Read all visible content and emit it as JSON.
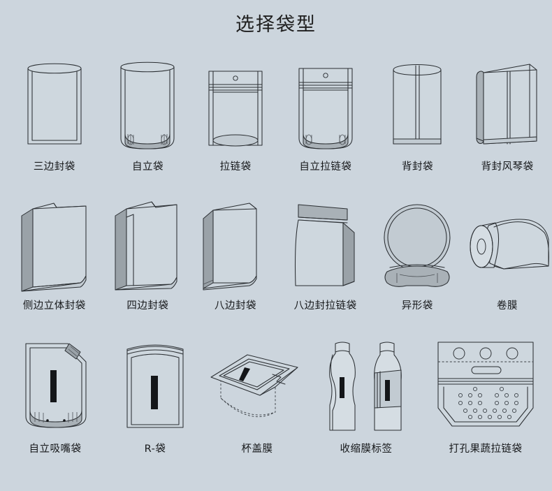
{
  "page": {
    "title": "选择袋型",
    "background_color": "#ccd5dd",
    "text_color": "#16181a",
    "line_color": "#2b2f33"
  },
  "rows": [
    {
      "index": 1,
      "items": [
        {
          "id": "three-side-seal-bag",
          "label": "三边封袋",
          "icon": "bag-three-side-seal"
        },
        {
          "id": "stand-up-pouch",
          "label": "自立袋",
          "icon": "bag-stand-up"
        },
        {
          "id": "zipper-bag",
          "label": "拉链袋",
          "icon": "bag-zipper"
        },
        {
          "id": "stand-up-zipper-pouch",
          "label": "自立拉链袋",
          "icon": "bag-stand-up-zipper"
        },
        {
          "id": "back-seal-bag",
          "label": "背封袋",
          "icon": "bag-back-seal"
        },
        {
          "id": "back-seal-gusset-bag",
          "label": "背封风琴袋",
          "icon": "bag-back-seal-gusset"
        }
      ]
    },
    {
      "index": 2,
      "items": [
        {
          "id": "side-gusset-3d-seal-bag",
          "label": "侧边立体封袋",
          "icon": "bag-side-gusset-3d"
        },
        {
          "id": "four-side-seal-bag",
          "label": "四边封袋",
          "icon": "bag-four-side-seal"
        },
        {
          "id": "eight-side-seal-bag",
          "label": "八边封袋",
          "icon": "bag-eight-side-seal"
        },
        {
          "id": "eight-side-seal-zipper-bag",
          "label": "八边封拉链袋",
          "icon": "bag-eight-side-seal-zipper"
        },
        {
          "id": "shaped-bag",
          "label": "异形袋",
          "icon": "bag-shaped-round"
        },
        {
          "id": "roll-film",
          "label": "卷膜",
          "icon": "film-roll"
        }
      ]
    },
    {
      "index": 3,
      "items": [
        {
          "id": "stand-up-spout-pouch",
          "label": "自立吸嘴袋",
          "icon": "bag-spout-pouch"
        },
        {
          "id": "r-bag",
          "label": "R-袋",
          "icon": "bag-r-type"
        },
        {
          "id": "cup-lid-film",
          "label": "杯盖膜",
          "icon": "film-cup-lid"
        },
        {
          "id": "shrink-film-label",
          "label": "收缩膜标签",
          "icon": "shrink-film-bottles"
        },
        {
          "id": "perforated-produce-zipper-bag",
          "label": "打孔果蔬拉链袋",
          "icon": "bag-perforated-produce"
        }
      ]
    }
  ]
}
